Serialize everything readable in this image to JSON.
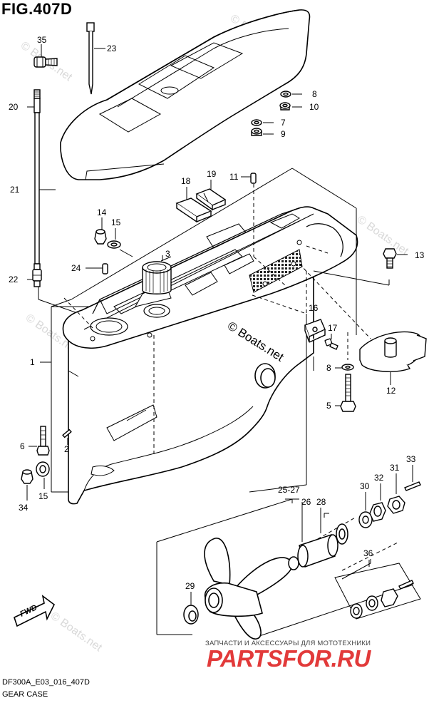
{
  "figure": {
    "title": "FIG.407D",
    "code": "DF300A_E03_016_407D",
    "caption": "GEAR CASE"
  },
  "watermarks": {
    "main": "© Boats.net",
    "faint": "© Boats.net"
  },
  "fwd_label": "FWD",
  "partsfor": {
    "tagline": "ЗАПЧАСТИ И АКСЕССУАРЫ ДЛЯ МОТОТЕХНИКИ",
    "logo": "PARTSFOR.RU"
  },
  "callouts": [
    {
      "id": "c35",
      "text": "35"
    },
    {
      "id": "c23",
      "text": "23"
    },
    {
      "id": "c20",
      "text": "20"
    },
    {
      "id": "c8a",
      "text": "8"
    },
    {
      "id": "c10",
      "text": "10"
    },
    {
      "id": "c7",
      "text": "7"
    },
    {
      "id": "c9",
      "text": "9"
    },
    {
      "id": "c18",
      "text": "18"
    },
    {
      "id": "c19",
      "text": "19"
    },
    {
      "id": "c11",
      "text": "11"
    },
    {
      "id": "c21",
      "text": "21"
    },
    {
      "id": "c14",
      "text": "14"
    },
    {
      "id": "c15a",
      "text": "15"
    },
    {
      "id": "c3",
      "text": "3"
    },
    {
      "id": "c13",
      "text": "13"
    },
    {
      "id": "c24",
      "text": "24"
    },
    {
      "id": "c22",
      "text": "22"
    },
    {
      "id": "c16",
      "text": "16"
    },
    {
      "id": "c17",
      "text": "17"
    },
    {
      "id": "c1",
      "text": "1"
    },
    {
      "id": "c8b",
      "text": "8"
    },
    {
      "id": "c12",
      "text": "12"
    },
    {
      "id": "c5",
      "text": "5"
    },
    {
      "id": "c6",
      "text": "6"
    },
    {
      "id": "c2",
      "text": "2"
    },
    {
      "id": "c33",
      "text": "33"
    },
    {
      "id": "c32",
      "text": "32"
    },
    {
      "id": "c31",
      "text": "31"
    },
    {
      "id": "c30",
      "text": "30"
    },
    {
      "id": "c2527",
      "text": "25-27"
    },
    {
      "id": "c26",
      "text": "26"
    },
    {
      "id": "c28",
      "text": "28"
    },
    {
      "id": "c34",
      "text": "34"
    },
    {
      "id": "c15b",
      "text": "15"
    },
    {
      "id": "c36",
      "text": "36"
    },
    {
      "id": "c29",
      "text": "29"
    }
  ]
}
